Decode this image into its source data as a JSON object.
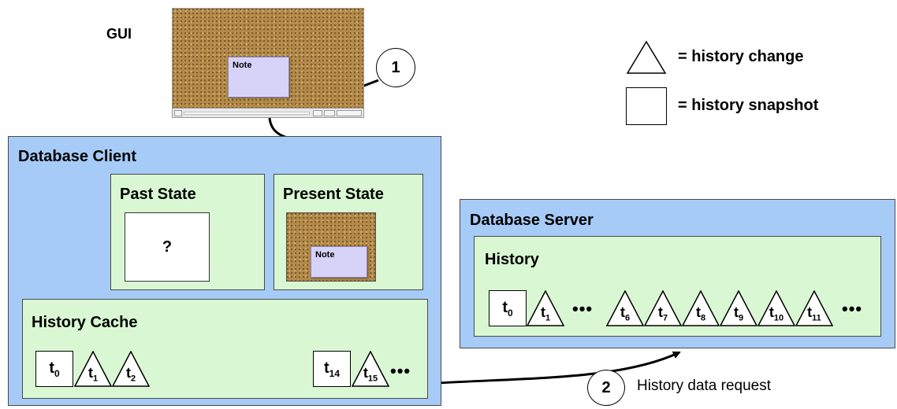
{
  "gui": {
    "label": "GUI",
    "note_text": "Note"
  },
  "legend": {
    "change": "= history change",
    "snapshot": "= history snapshot"
  },
  "client": {
    "title": "Database Client",
    "past_state": {
      "title": "Past State",
      "content": "?"
    },
    "present_state": {
      "title": "Present State",
      "note_text": "Note"
    },
    "history_cache": {
      "title": "History Cache",
      "items": [
        {
          "kind": "snapshot",
          "sub": "0"
        },
        {
          "kind": "change",
          "sub": "1"
        },
        {
          "kind": "change",
          "sub": "2"
        },
        {
          "kind": "snapshot",
          "sub": "14"
        },
        {
          "kind": "change",
          "sub": "15"
        }
      ],
      "ellipsis": "•••"
    }
  },
  "server": {
    "title": "Database Server",
    "history": {
      "title": "History",
      "items": [
        {
          "kind": "snapshot",
          "sub": "0"
        },
        {
          "kind": "change",
          "sub": "1"
        },
        {
          "kind": "change",
          "sub": "6"
        },
        {
          "kind": "change",
          "sub": "7"
        },
        {
          "kind": "change",
          "sub": "8"
        },
        {
          "kind": "change",
          "sub": "9"
        },
        {
          "kind": "change",
          "sub": "10"
        },
        {
          "kind": "change",
          "sub": "11"
        }
      ],
      "ellipsis_mid": "•••",
      "ellipsis_end": "•••"
    }
  },
  "steps": {
    "one": "1",
    "two": "2",
    "two_label": "History data request"
  },
  "item_letter": "t"
}
